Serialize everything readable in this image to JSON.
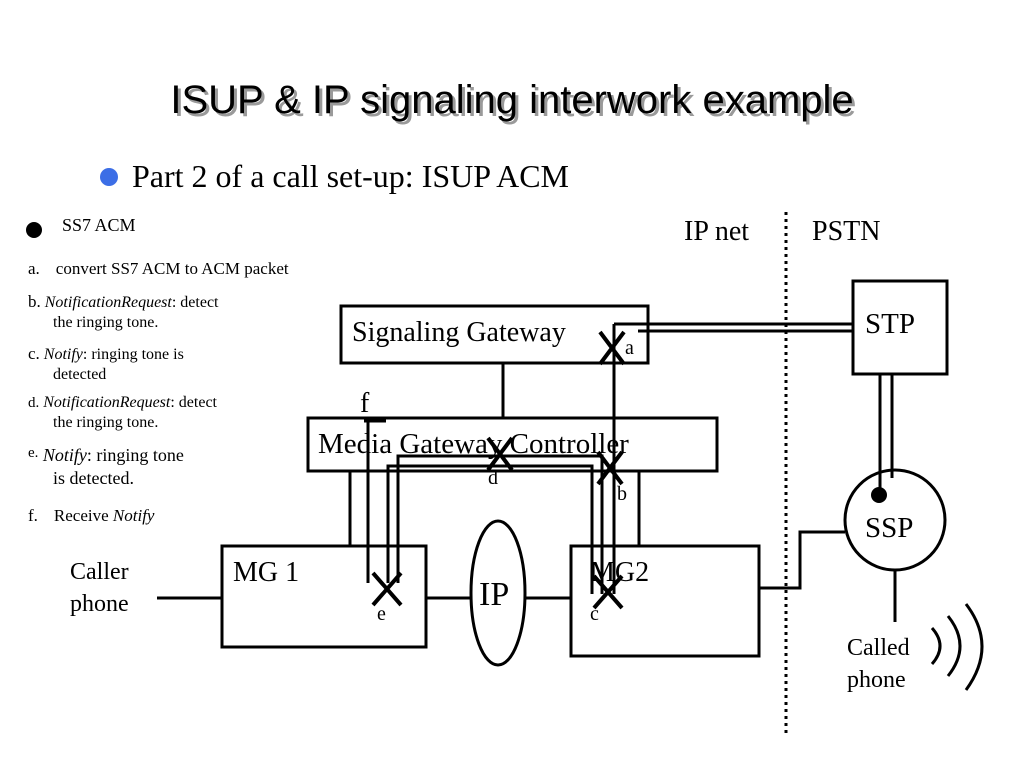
{
  "slide": {
    "title": "ISUP & IP signaling interwork example",
    "subtitle": "Part 2 of a call set-up: ISUP ACM"
  },
  "legend": {
    "header": "SS7 ACM",
    "steps": [
      {
        "letter": "a.",
        "text": "convert SS7 ACM to ACM packet"
      },
      {
        "letter": "b.",
        "italic": "NotificationRequest",
        "rest": ": detect",
        "line2": "the ringing tone."
      },
      {
        "letter": "c.",
        "italic": "Notify",
        "rest": ": ringing tone is",
        "line2": "detected"
      },
      {
        "letter": "d.",
        "italic": "NotificationRequest",
        "rest": ": detect",
        "line2": "the ringing tone."
      },
      {
        "letter": "e.",
        "italic": "Notify",
        "rest": ": ringing tone",
        "line2": "is detected."
      },
      {
        "letter": "f.",
        "plain": "Receive ",
        "italic": "Notify"
      }
    ]
  },
  "diagram": {
    "region_ip": "IP net",
    "region_pstn": "PSTN",
    "signaling_gateway": "Signaling Gateway",
    "mgc": "Media Gateway Controller",
    "stp": "STP",
    "ssp": "SSP",
    "mg1": "MG 1",
    "mg2": "MG2",
    "ip_cloud": "IP",
    "caller_line1": "Caller",
    "caller_line2": "phone",
    "called_line1": "Called",
    "called_line2": "phone",
    "markers": {
      "a": "a",
      "b": "b",
      "c": "c",
      "d": "d",
      "e": "e",
      "f": "f"
    }
  }
}
